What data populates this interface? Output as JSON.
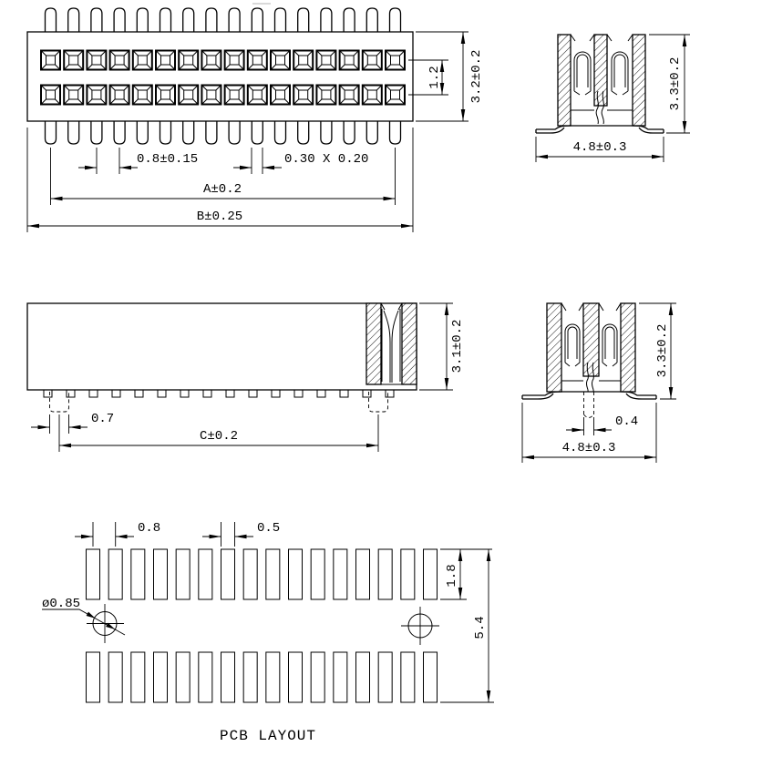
{
  "drawing": {
    "background": "#ffffff",
    "line_color": "#000000",
    "views": {
      "top_view": {
        "pins_per_row": 16,
        "contact_rows": 2,
        "dims": {
          "row_pitch_vertical": "1.2",
          "body_height": "3.2±0.2",
          "pin_pitch": "0.8±0.15",
          "pin_section": "0.30 X 0.20",
          "span_a": "A±0.2",
          "span_b": "B±0.25"
        }
      },
      "front_section_view": {
        "dims": {
          "height": "3.3±0.2",
          "width": "4.8±0.3"
        }
      },
      "side_view": {
        "tabs_per_row": 16,
        "dims": {
          "peg_width": "0.7",
          "span_c": "C±0.2",
          "height": "3.1±0.2"
        }
      },
      "front_section_view_pegged": {
        "dims": {
          "height": "3.3±0.2",
          "peg_width": "0.4",
          "width": "4.8±0.3"
        }
      },
      "pcb_layout": {
        "label": "PCB LAYOUT",
        "pads_per_row": 16,
        "dims": {
          "pad_pitch": "0.8",
          "pad_width": "0.5",
          "pad_height": "1.8",
          "row_span": "5.4",
          "hole_diameter": "ø0.85"
        }
      }
    }
  }
}
